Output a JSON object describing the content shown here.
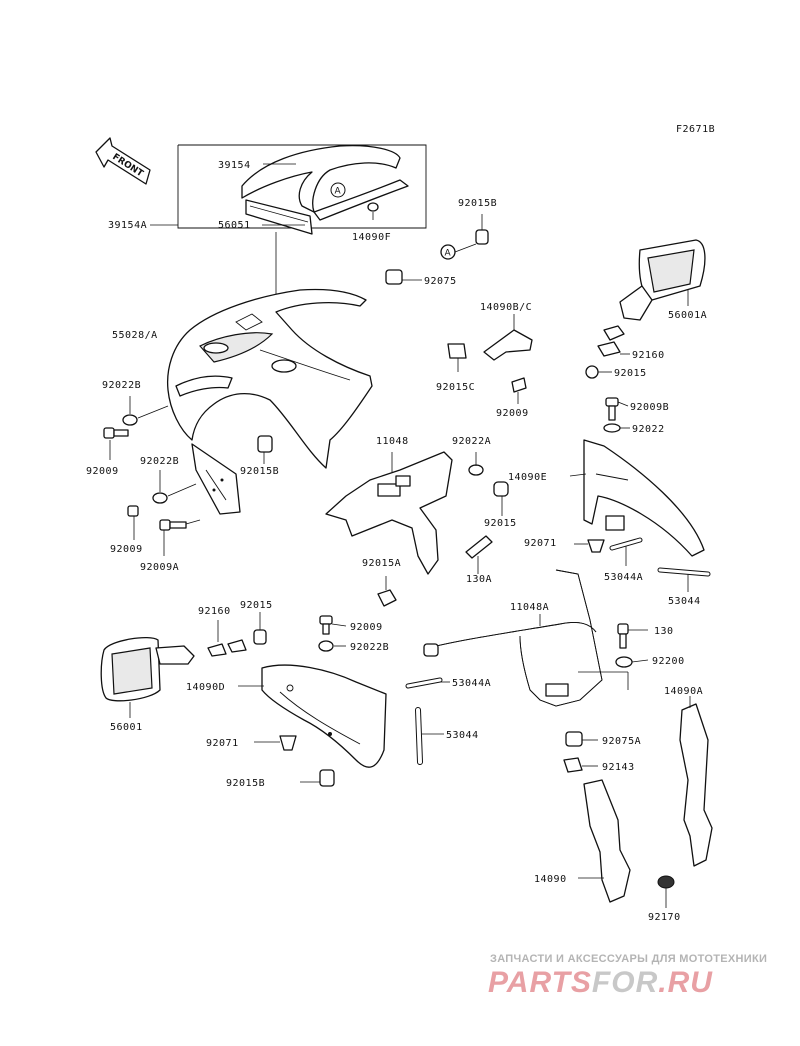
{
  "diagram": {
    "figure_code": "F2671B",
    "front_label": "FRONT",
    "ref_marker": "A",
    "labels": [
      {
        "id": "39154",
        "text": "39154"
      },
      {
        "id": "39154A",
        "text": "39154A"
      },
      {
        "id": "56051",
        "text": "56051"
      },
      {
        "id": "14090F",
        "text": "14090F"
      },
      {
        "id": "92015B_top",
        "text": "92015B"
      },
      {
        "id": "92075",
        "text": "92075"
      },
      {
        "id": "56001A",
        "text": "56001A"
      },
      {
        "id": "55028A",
        "text": "55028/A"
      },
      {
        "id": "14090BC",
        "text": "14090B/C"
      },
      {
        "id": "92160_r",
        "text": "92160"
      },
      {
        "id": "92015_r",
        "text": "92015"
      },
      {
        "id": "92015C",
        "text": "92015C"
      },
      {
        "id": "92009_mid",
        "text": "92009"
      },
      {
        "id": "92009B",
        "text": "92009B"
      },
      {
        "id": "92022B_l",
        "text": "92022B"
      },
      {
        "id": "92022",
        "text": "92022"
      },
      {
        "id": "11048",
        "text": "11048"
      },
      {
        "id": "92022A",
        "text": "92022A"
      },
      {
        "id": "14090E",
        "text": "14090E"
      },
      {
        "id": "92009_l",
        "text": "92009"
      },
      {
        "id": "92022B_l2",
        "text": "92022B"
      },
      {
        "id": "92015B_l",
        "text": "92015B"
      },
      {
        "id": "92015_c",
        "text": "92015"
      },
      {
        "id": "92071_r",
        "text": "92071"
      },
      {
        "id": "53044A_r",
        "text": "53044A"
      },
      {
        "id": "92009_l2",
        "text": "92009"
      },
      {
        "id": "92009A",
        "text": "92009A"
      },
      {
        "id": "92015A",
        "text": "92015A"
      },
      {
        "id": "130A",
        "text": "130A"
      },
      {
        "id": "53044_r",
        "text": "53044"
      },
      {
        "id": "92160_l",
        "text": "92160"
      },
      {
        "id": "92015_l",
        "text": "92015"
      },
      {
        "id": "92009_c2",
        "text": "92009"
      },
      {
        "id": "11048A",
        "text": "11048A"
      },
      {
        "id": "130",
        "text": "130"
      },
      {
        "id": "92022B_c",
        "text": "92022B"
      },
      {
        "id": "92200",
        "text": "92200"
      },
      {
        "id": "56001",
        "text": "56001"
      },
      {
        "id": "14090D",
        "text": "14090D"
      },
      {
        "id": "53044A_c",
        "text": "53044A"
      },
      {
        "id": "14090A",
        "text": "14090A"
      },
      {
        "id": "92071_l",
        "text": "92071"
      },
      {
        "id": "53044_c",
        "text": "53044"
      },
      {
        "id": "92075A",
        "text": "92075A"
      },
      {
        "id": "92015B_b",
        "text": "92015B"
      },
      {
        "id": "92143",
        "text": "92143"
      },
      {
        "id": "14090",
        "text": "14090"
      },
      {
        "id": "92170",
        "text": "92170"
      }
    ]
  },
  "watermark": {
    "tagline": "ЗАПЧАСТИ И АКСЕССУАРЫ ДЛЯ МОТОТЕХНИКИ",
    "brand_part1": "PARTS",
    "brand_part2": "FOR",
    "brand_part3": ".RU",
    "colors": {
      "red": "#e8a0a4",
      "gray": "#c8c8c8"
    }
  }
}
